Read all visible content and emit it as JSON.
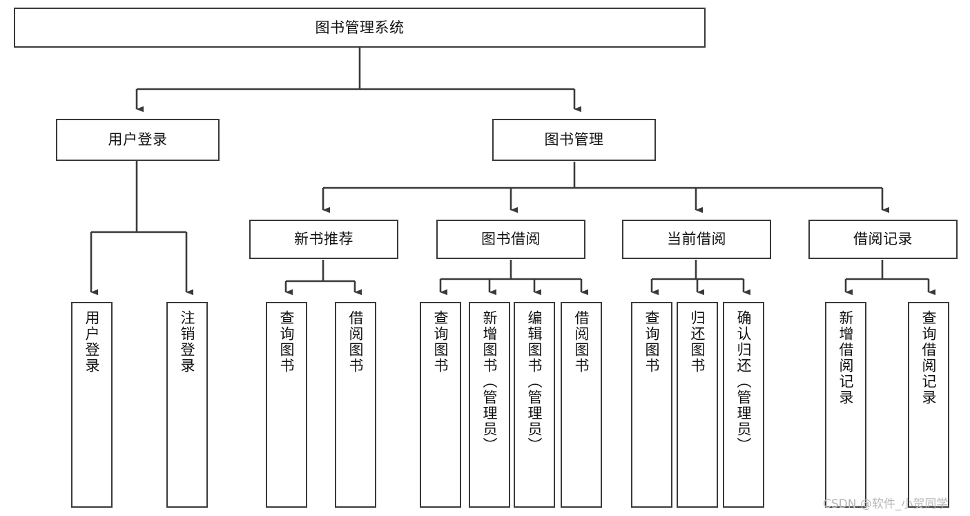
{
  "diagram": {
    "type": "tree-hierarchy-chart",
    "title": "图书管理系统",
    "background_color": "#ffffff",
    "line_color": "#3a3a3a",
    "box_border_color": "#3a3a3a",
    "text_color": "#111111"
  },
  "nodes": {
    "root": {
      "label": "图书管理系统"
    },
    "level1": [
      {
        "id": "user-login",
        "label": "用户登录"
      },
      {
        "id": "book-management",
        "label": "图书管理"
      }
    ],
    "level2": [
      {
        "id": "new-book-recommend",
        "label": "新书推荐"
      },
      {
        "id": "book-borrow",
        "label": "图书借阅"
      },
      {
        "id": "current-borrow",
        "label": "当前借阅"
      },
      {
        "id": "borrow-record",
        "label": "借阅记录"
      }
    ],
    "leaves": {
      "user_login": [
        {
          "id": "leaf-user-login",
          "label": "用户登录"
        },
        {
          "id": "leaf-logout-login",
          "label": "注销登录"
        }
      ],
      "new_book_recommend": [
        {
          "id": "leaf-query-book-1",
          "label": "查询图书"
        },
        {
          "id": "leaf-borrow-book-1",
          "label": "借阅图书"
        }
      ],
      "book_borrow": [
        {
          "id": "leaf-query-book-2",
          "label": "查询图书"
        },
        {
          "id": "leaf-add-book",
          "label": "新增图书（管理员）"
        },
        {
          "id": "leaf-edit-book",
          "label": "编辑图书（管理员）"
        },
        {
          "id": "leaf-borrow-book-2",
          "label": "借阅图书"
        }
      ],
      "current_borrow": [
        {
          "id": "leaf-query-book-3",
          "label": "查询图书"
        },
        {
          "id": "leaf-return-book",
          "label": "归还图书"
        },
        {
          "id": "leaf-confirm-return",
          "label": "确认归还（管理员）"
        }
      ],
      "borrow_record": [
        {
          "id": "leaf-add-record",
          "label": "新增借阅记录"
        },
        {
          "id": "leaf-query-record",
          "label": "查询借阅记录"
        }
      ]
    }
  },
  "watermark": {
    "text": "CSDN @软件_小贺同学"
  }
}
